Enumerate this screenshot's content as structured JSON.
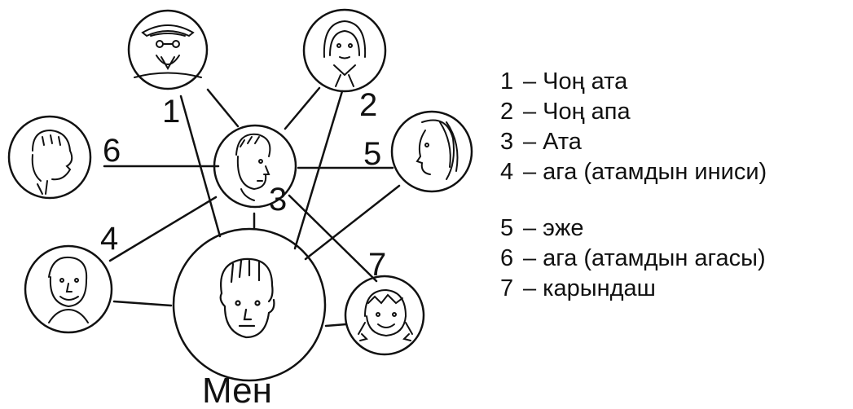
{
  "diagram": {
    "center_label": "Мен",
    "nodes": [
      {
        "num": "1",
        "icon": "grandfather-portrait-icon"
      },
      {
        "num": "2",
        "icon": "grandmother-portrait-icon"
      },
      {
        "num": "3",
        "icon": "father-portrait-icon"
      },
      {
        "num": "4",
        "icon": "uncle-younger-portrait-icon"
      },
      {
        "num": "5",
        "icon": "older-sister-portrait-icon"
      },
      {
        "num": "6",
        "icon": "uncle-older-portrait-icon"
      },
      {
        "num": "7",
        "icon": "younger-sister-portrait-icon"
      }
    ],
    "center_icon": "self-boy-portrait-icon"
  },
  "legend": {
    "dash": "–",
    "items": [
      {
        "num": "1",
        "text": "Чоң ата"
      },
      {
        "num": "2",
        "text": "Чоң апа"
      },
      {
        "num": "3",
        "text": "Ата"
      },
      {
        "num": "4",
        "text": "ага (атамдын иниси)"
      },
      {
        "num": "5",
        "text": "эже"
      },
      {
        "num": "6",
        "text": "ага (атамдын агасы)"
      },
      {
        "num": "7",
        "text": "карындаш"
      }
    ]
  }
}
